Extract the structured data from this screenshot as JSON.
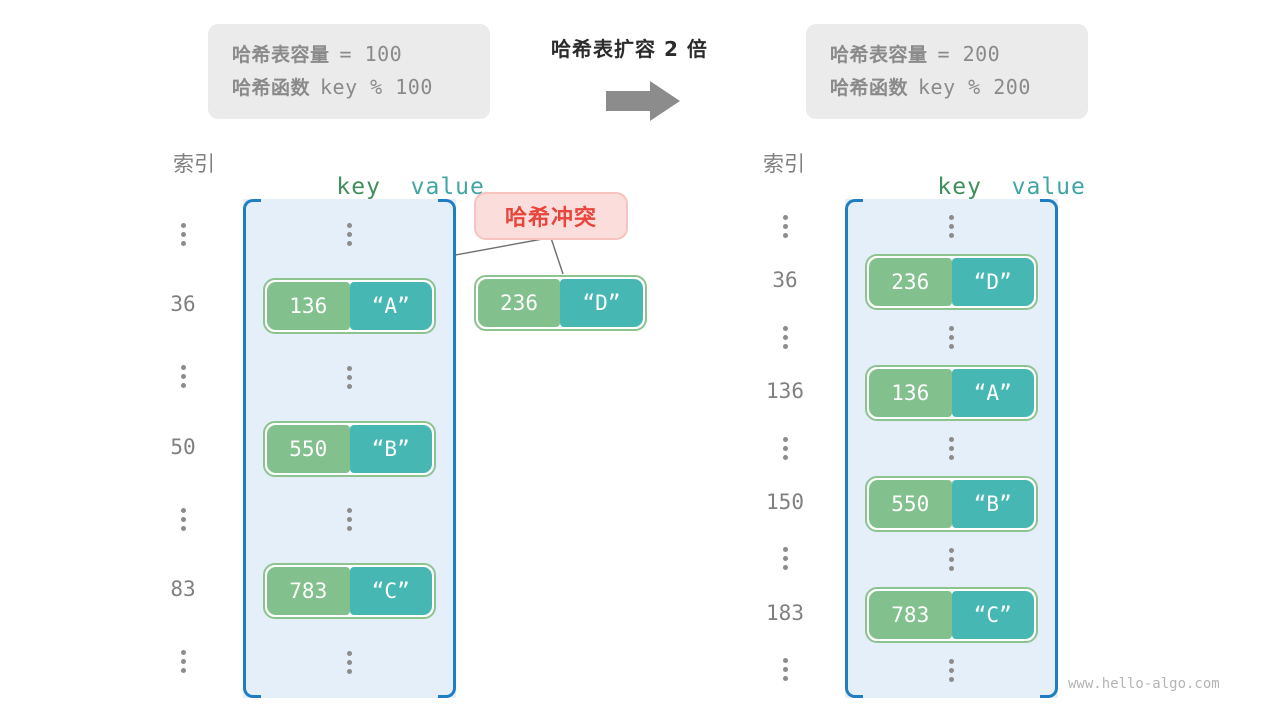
{
  "watermark": "www.hello-algo.com",
  "center": {
    "title": "哈希表扩容 2 倍",
    "arrow_icon": "right-arrow-icon"
  },
  "left_info": {
    "capacity_label": "哈希表容量",
    "capacity_value": "= 100",
    "function_label": "哈希函数",
    "function_value": "key % 100"
  },
  "right_info": {
    "capacity_label": "哈希表容量",
    "capacity_value": "= 200",
    "function_label": "哈希函数",
    "function_value": "key % 200"
  },
  "collision": {
    "label": "哈希冲突",
    "key": "236",
    "value": "“D”"
  },
  "left_table": {
    "header_index": "索引",
    "header_key": "key",
    "header_value": "value",
    "rows": [
      {
        "index": "⋮",
        "type": "dots"
      },
      {
        "index": "36",
        "type": "entry",
        "key": "136",
        "value": "“A”"
      },
      {
        "index": "⋮",
        "type": "dots"
      },
      {
        "index": "50",
        "type": "entry",
        "key": "550",
        "value": "“B”"
      },
      {
        "index": "⋮",
        "type": "dots"
      },
      {
        "index": "83",
        "type": "entry",
        "key": "783",
        "value": "“C”"
      },
      {
        "index": "⋮",
        "type": "dots"
      }
    ]
  },
  "right_table": {
    "header_index": "索引",
    "header_key": "key",
    "header_value": "value",
    "rows": [
      {
        "index": "⋮",
        "type": "dots"
      },
      {
        "index": "36",
        "type": "entry",
        "key": "236",
        "value": "“D”"
      },
      {
        "index": "⋮",
        "type": "dots"
      },
      {
        "index": "136",
        "type": "entry",
        "key": "136",
        "value": "“A”"
      },
      {
        "index": "⋮",
        "type": "dots"
      },
      {
        "index": "150",
        "type": "entry",
        "key": "550",
        "value": "“B”"
      },
      {
        "index": "⋮",
        "type": "dots"
      },
      {
        "index": "183",
        "type": "entry",
        "key": "783",
        "value": "“C”"
      },
      {
        "index": "⋮",
        "type": "dots"
      }
    ]
  },
  "colors": {
    "key_fill": "#82c08d",
    "value_fill": "#46b7b2",
    "pair_border": "#8cc38f",
    "bucket_fill": "#e4effa",
    "bucket_border": "#1f7ec2",
    "collision_fill": "#fbdedc",
    "collision_text": "#e8453c",
    "info_fill": "#ebebeb",
    "muted_text": "#808080",
    "key_header": "#3f8f5b",
    "value_header": "#3fa6a3"
  }
}
